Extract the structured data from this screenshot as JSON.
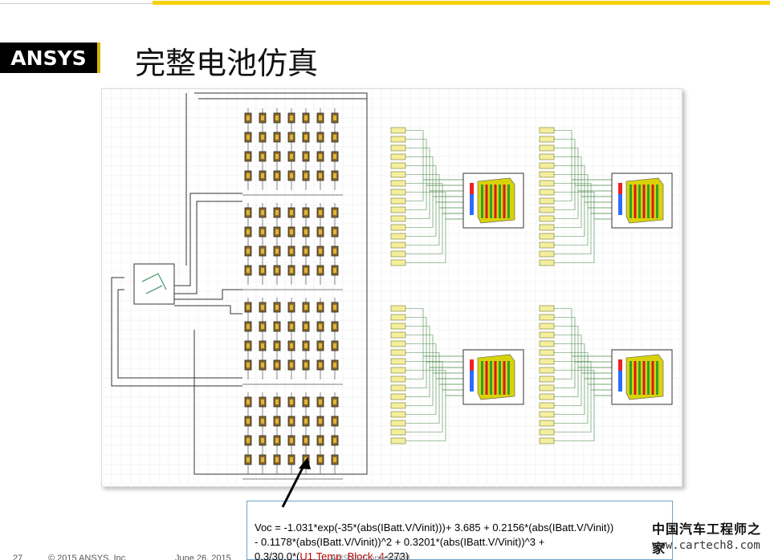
{
  "header": {
    "logo_text": "ANSYS",
    "title": "完整电池仿真"
  },
  "callout": {
    "line1": "Voc = -1.031*exp(-35*(abs(IBatt.V/Vinit)))+ 3.685 + 0.2156*(abs(IBatt.V/Vinit))",
    "line2": "- 0.1178*(abs(IBatt.V/Vinit))^2 + 0.3201*(abs(IBatt.V/Vinit))^3 +",
    "line3_prefix": "0.3/30.0*(",
    "line3_red": "U1.Temp_Block_4",
    "line3_suffix": "-273)"
  },
  "footer": {
    "page_number": "27",
    "copyright": "© 2015 ANSYS, Inc.",
    "date": "June 26, 2015",
    "confidential": "ANSYS Confidential"
  },
  "watermark": {
    "cn": "中国汽车工程师之家",
    "url": "www.cartech8.com"
  },
  "colors": {
    "accent": "#f5d20c",
    "connector_box": "#f3ef9e"
  }
}
